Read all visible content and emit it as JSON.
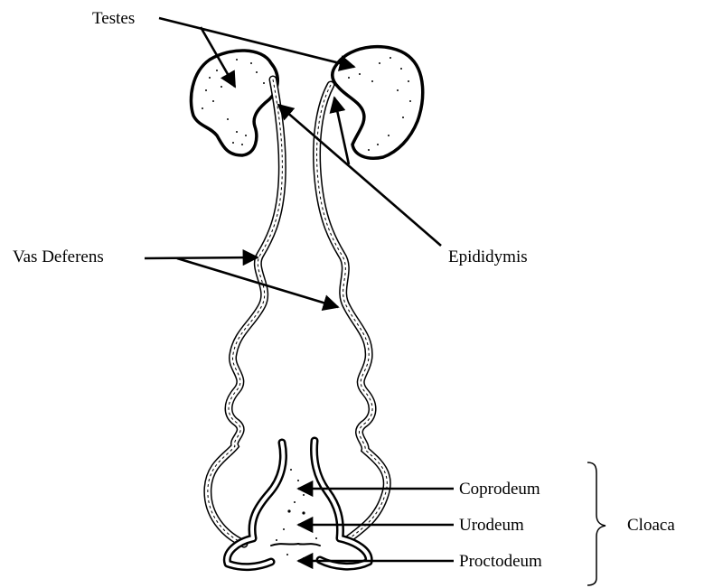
{
  "labels": {
    "testes": "Testes",
    "epididymis": "Epididymis",
    "vas_deferens": "Vas Deferens",
    "coprodeum": "Coprodeum",
    "urodeum": "Urodeum",
    "proctodeum": "Proctodeum",
    "cloaca": "Cloaca"
  },
  "colors": {
    "line": "#000000",
    "background": "#ffffff"
  }
}
